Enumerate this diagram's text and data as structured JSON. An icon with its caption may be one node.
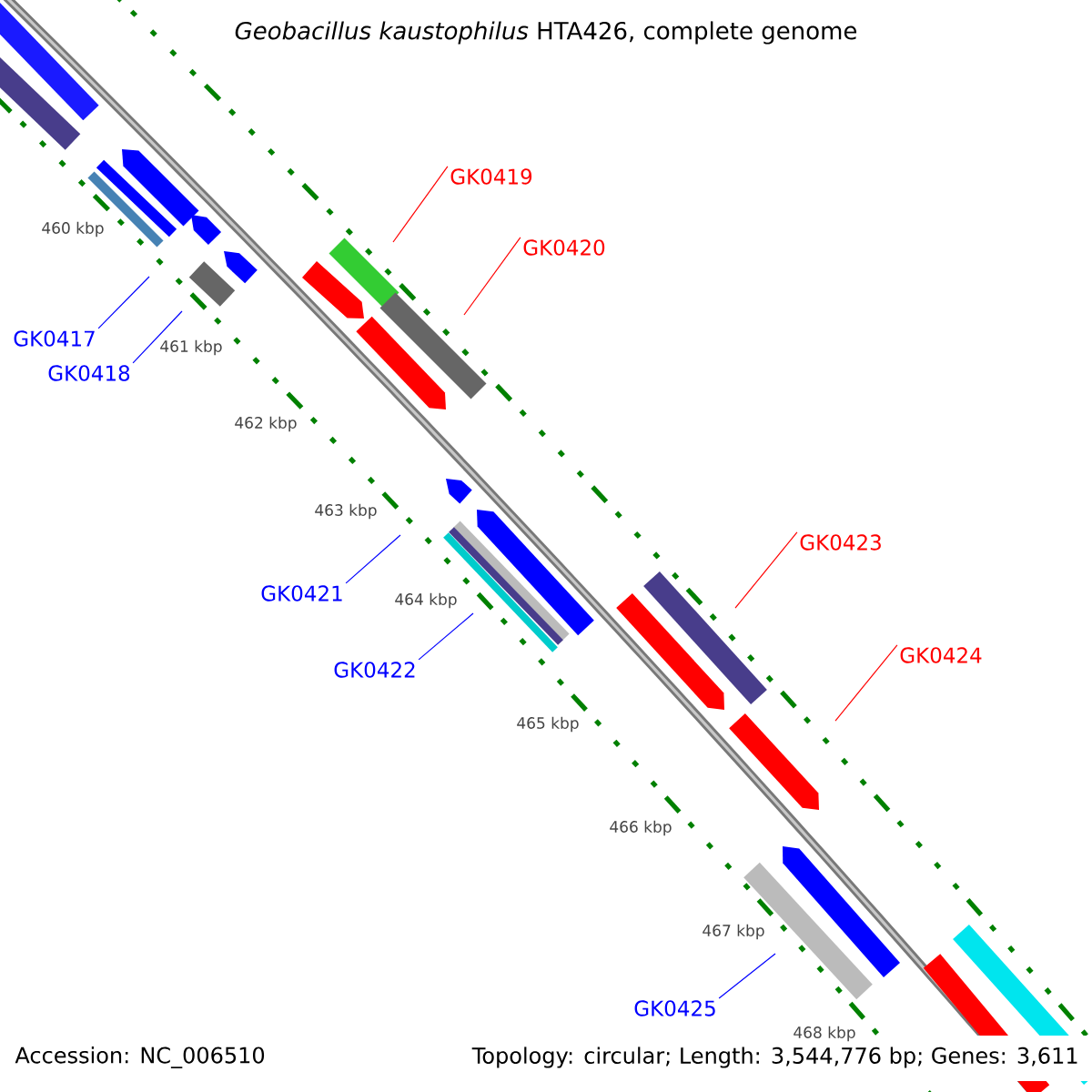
{
  "diagram": {
    "title": "*Geobacillus kaustophilus* HTA426, complete genome",
    "nodes": [
      {
        "text": [
          "GK0417"
        ]
      },
      {
        "text": [
          "GK0418"
        ]
      },
      {
        "text": [
          "GK0419"
        ]
      },
      {
        "text": [
          "GK0420"
        ]
      },
      {
        "text": [
          "GK0421"
        ]
      },
      {
        "text": [
          "GK0422"
        ]
      },
      {
        "text": [
          "GK0423"
        ]
      },
      {
        "text": [
          "GK0424"
        ]
      },
      {
        "text": [
          "GK0425"
        ]
      }
    ],
    "edges": [
      {
        "from": 0,
        "to": null,
        "arrow": "none",
        "color": "#0000ff"
      },
      {
        "from": 1,
        "to": null,
        "arrow": "none",
        "color": "#0000ff"
      },
      {
        "from": 2,
        "to": null,
        "arrow": "none",
        "color": "#ff0000"
      },
      {
        "from": 3,
        "to": null,
        "arrow": "none",
        "color": "#ff0000"
      },
      {
        "from": 4,
        "to": null,
        "arrow": "none",
        "color": "#0000ff"
      },
      {
        "from": 5,
        "to": null,
        "arrow": "none",
        "color": "#0000ff"
      },
      {
        "from": 6,
        "to": null,
        "arrow": "none",
        "color": "#ff0000"
      },
      {
        "from": 7,
        "to": null,
        "arrow": "none",
        "color": "#ff0000"
      },
      {
        "from": 8,
        "to": null,
        "arrow": "none",
        "color": "#0000ff"
      }
    ],
    "labels": [
      "460 kbp",
      "461 kbp",
      "462 kbp",
      "463 kbp",
      "464 kbp",
      "465 kbp",
      "466 kbp",
      "467 kbp",
      "468 kbp",
      "Accession: NC_006510",
      "Topology: circular; Length: 3,544,776 bp; Genes: 3,611"
    ]
  }
}
